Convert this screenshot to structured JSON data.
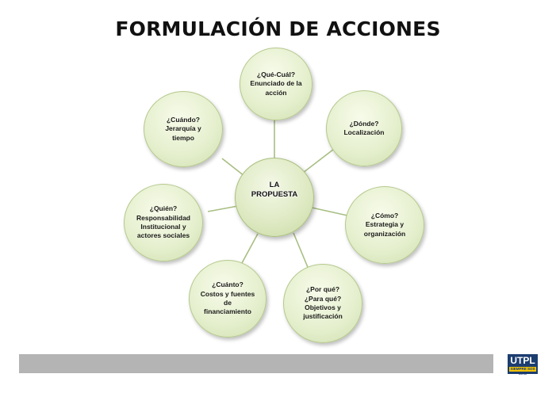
{
  "title": "FORMULACIÓN DE ACCIONES",
  "center": "LA\nPROPUESTA",
  "nodes": {
    "que_cual": "¿Qué-Cuál?\nEnunciado de la\nacción",
    "donde": "¿Dónde?\nLocalización",
    "como": "¿Cómo?\nEstrategia y\norganización",
    "por_que": "¿Por qué?\n¿Para qué?\nObjetivos y\njustificación",
    "cuanto": "¿Cuánto?\nCostos y fuentes\nde\nfinanciamiento",
    "quien": "¿Quién?\nResponsabilidad\nInstitucional y\nactores sociales",
    "cuando": "¿Cuándo?\nJerarquía y\ntiempo"
  },
  "logo": {
    "name": "UTPL",
    "tagline": "SIEMPRE SOS MÁS"
  },
  "colors": {
    "node_fill": "#e6f0cf",
    "node_border": "#b5c98c",
    "connector": "#a8be82",
    "footer_bar": "#b4b4b4",
    "logo_blue": "#1c3d70",
    "logo_yellow": "#f2c300"
  }
}
